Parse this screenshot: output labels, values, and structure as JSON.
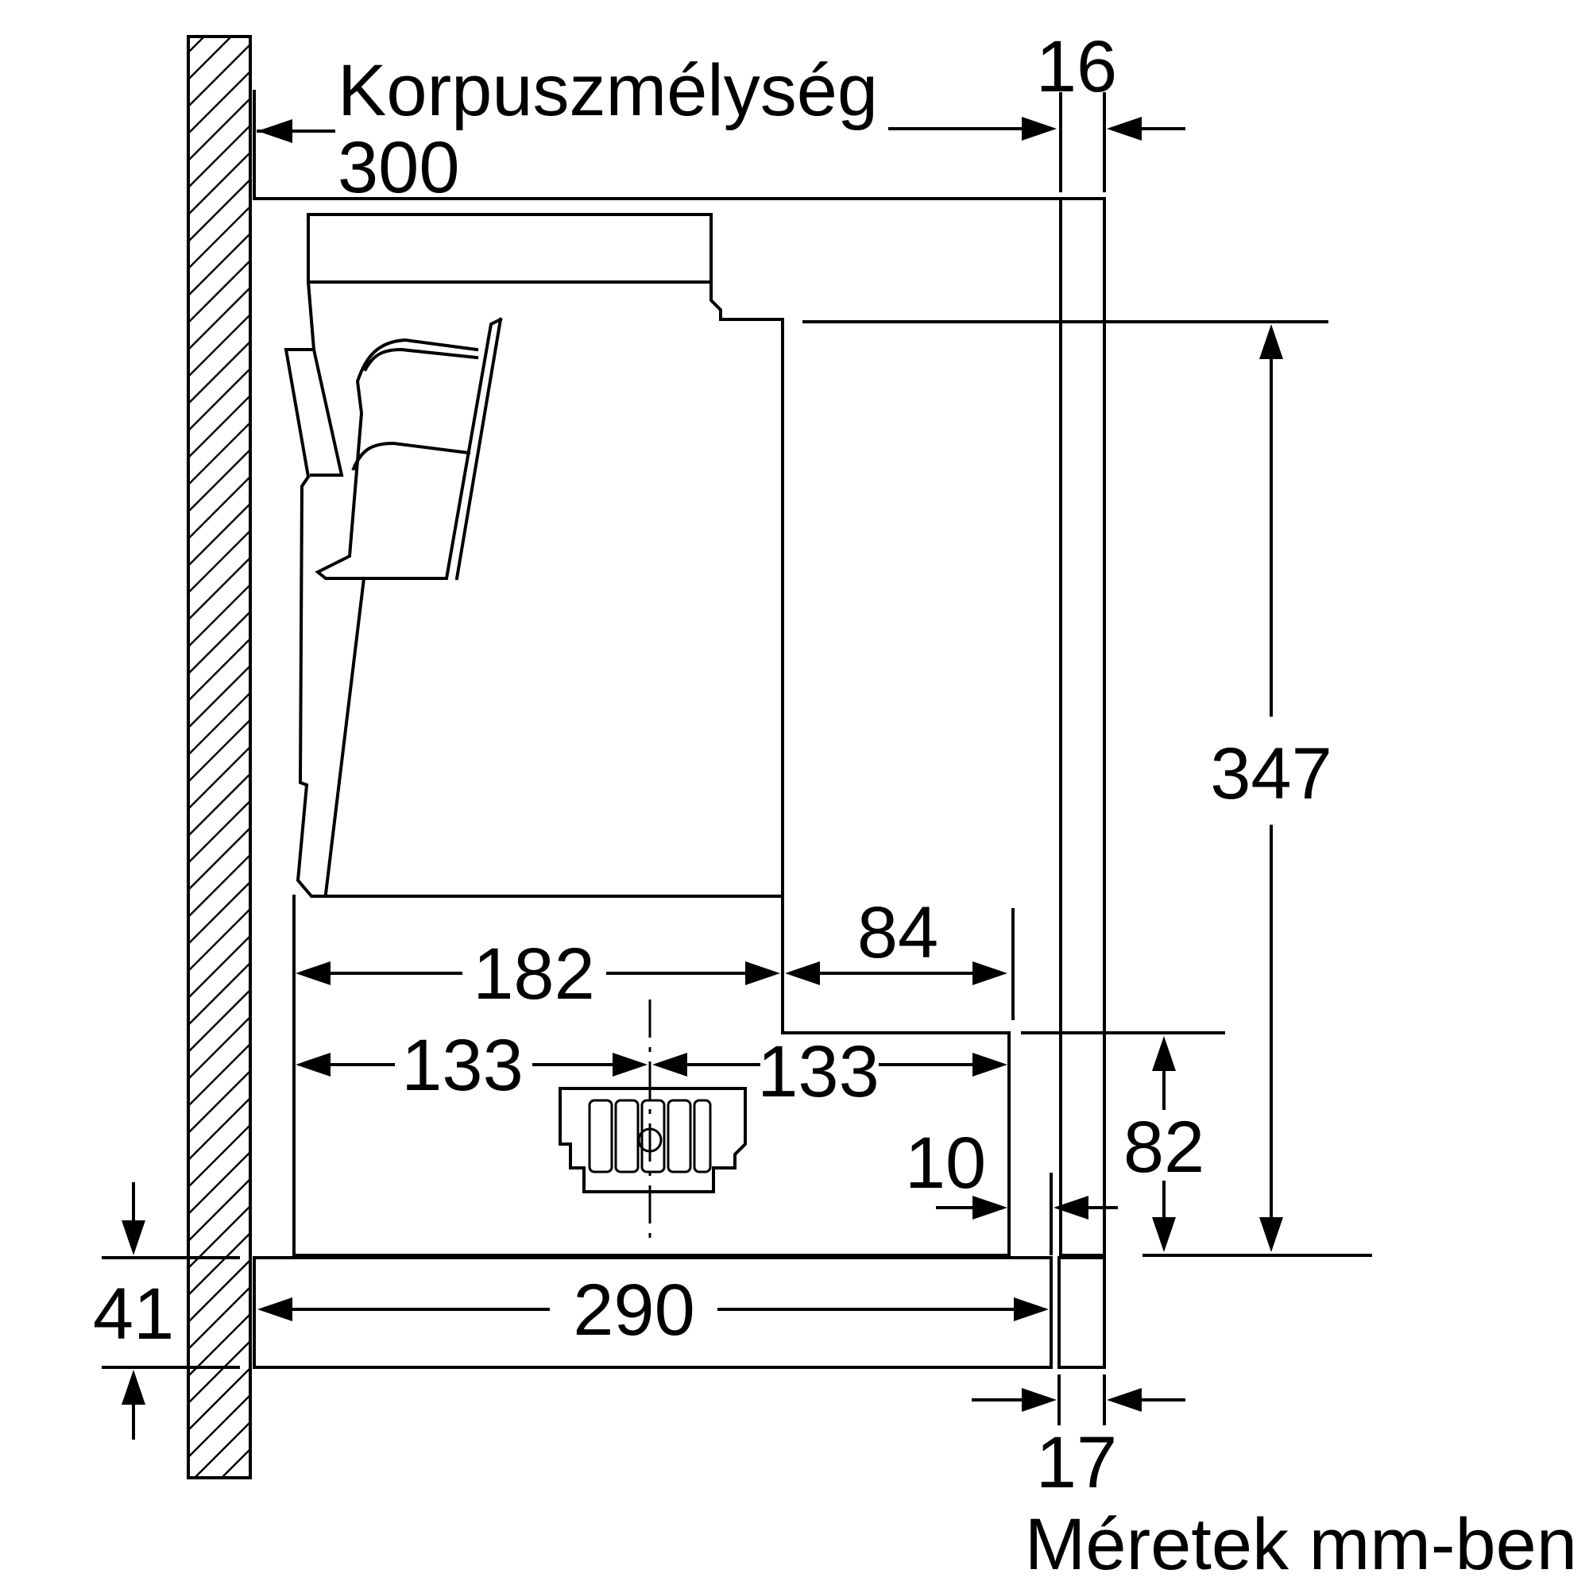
{
  "labels": {
    "cabinet_depth_label": "Korpuszmélység",
    "cabinet_depth_value": "300",
    "front_panel_top": "16",
    "height_total": "347",
    "lower_left_width": "182",
    "lower_right_width": "84",
    "left_to_outlet": "133",
    "outlet_to_right": "133",
    "step_height": "82",
    "front_gap": "10",
    "base_height": "41",
    "base_depth": "290",
    "front_panel_bottom": "17",
    "units_note": "Méretek mm-ben"
  },
  "colors": {
    "line": "#000000",
    "background": "#ffffff"
  }
}
